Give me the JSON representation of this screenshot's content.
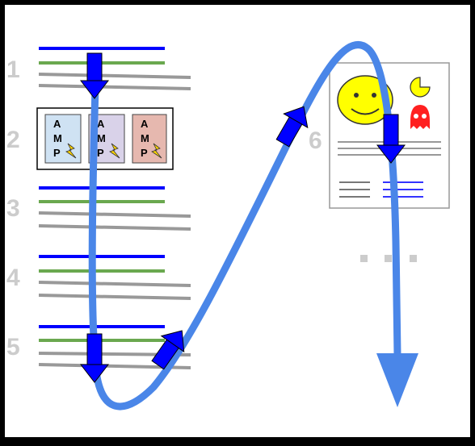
{
  "steps": [
    {
      "label": "1"
    },
    {
      "label": "2"
    },
    {
      "label": "3"
    },
    {
      "label": "4"
    },
    {
      "label": "5"
    },
    {
      "label": "6"
    }
  ],
  "amp_cards": [
    {
      "letters": [
        "A",
        "M",
        "P"
      ],
      "color": "#cfe2f3"
    },
    {
      "letters": [
        "A",
        "M",
        "P"
      ],
      "color": "#d9d2e9"
    },
    {
      "letters": [
        "A",
        "M",
        "P"
      ],
      "color": "#e6b8af"
    }
  ],
  "colors": {
    "frame": "#000000",
    "canvas": "#ffffff",
    "step_number": "#cccccc",
    "line_primary": "#0000ff",
    "line_secondary": "#6aa84f",
    "line_text": "#999999",
    "path": "#4a86e8",
    "down_arrow": "#0000ff",
    "up_arrow": "#0000ff",
    "smiley": "#ffff00",
    "pacman": "#ffff00",
    "ghost": "#ff0000",
    "ellipsis": "#cccccc"
  },
  "icons": {
    "smiley": "smiley-face-icon",
    "pacman": "pacman-icon",
    "ghost": "ghost-icon",
    "lightning": "lightning-bolt-icon"
  }
}
